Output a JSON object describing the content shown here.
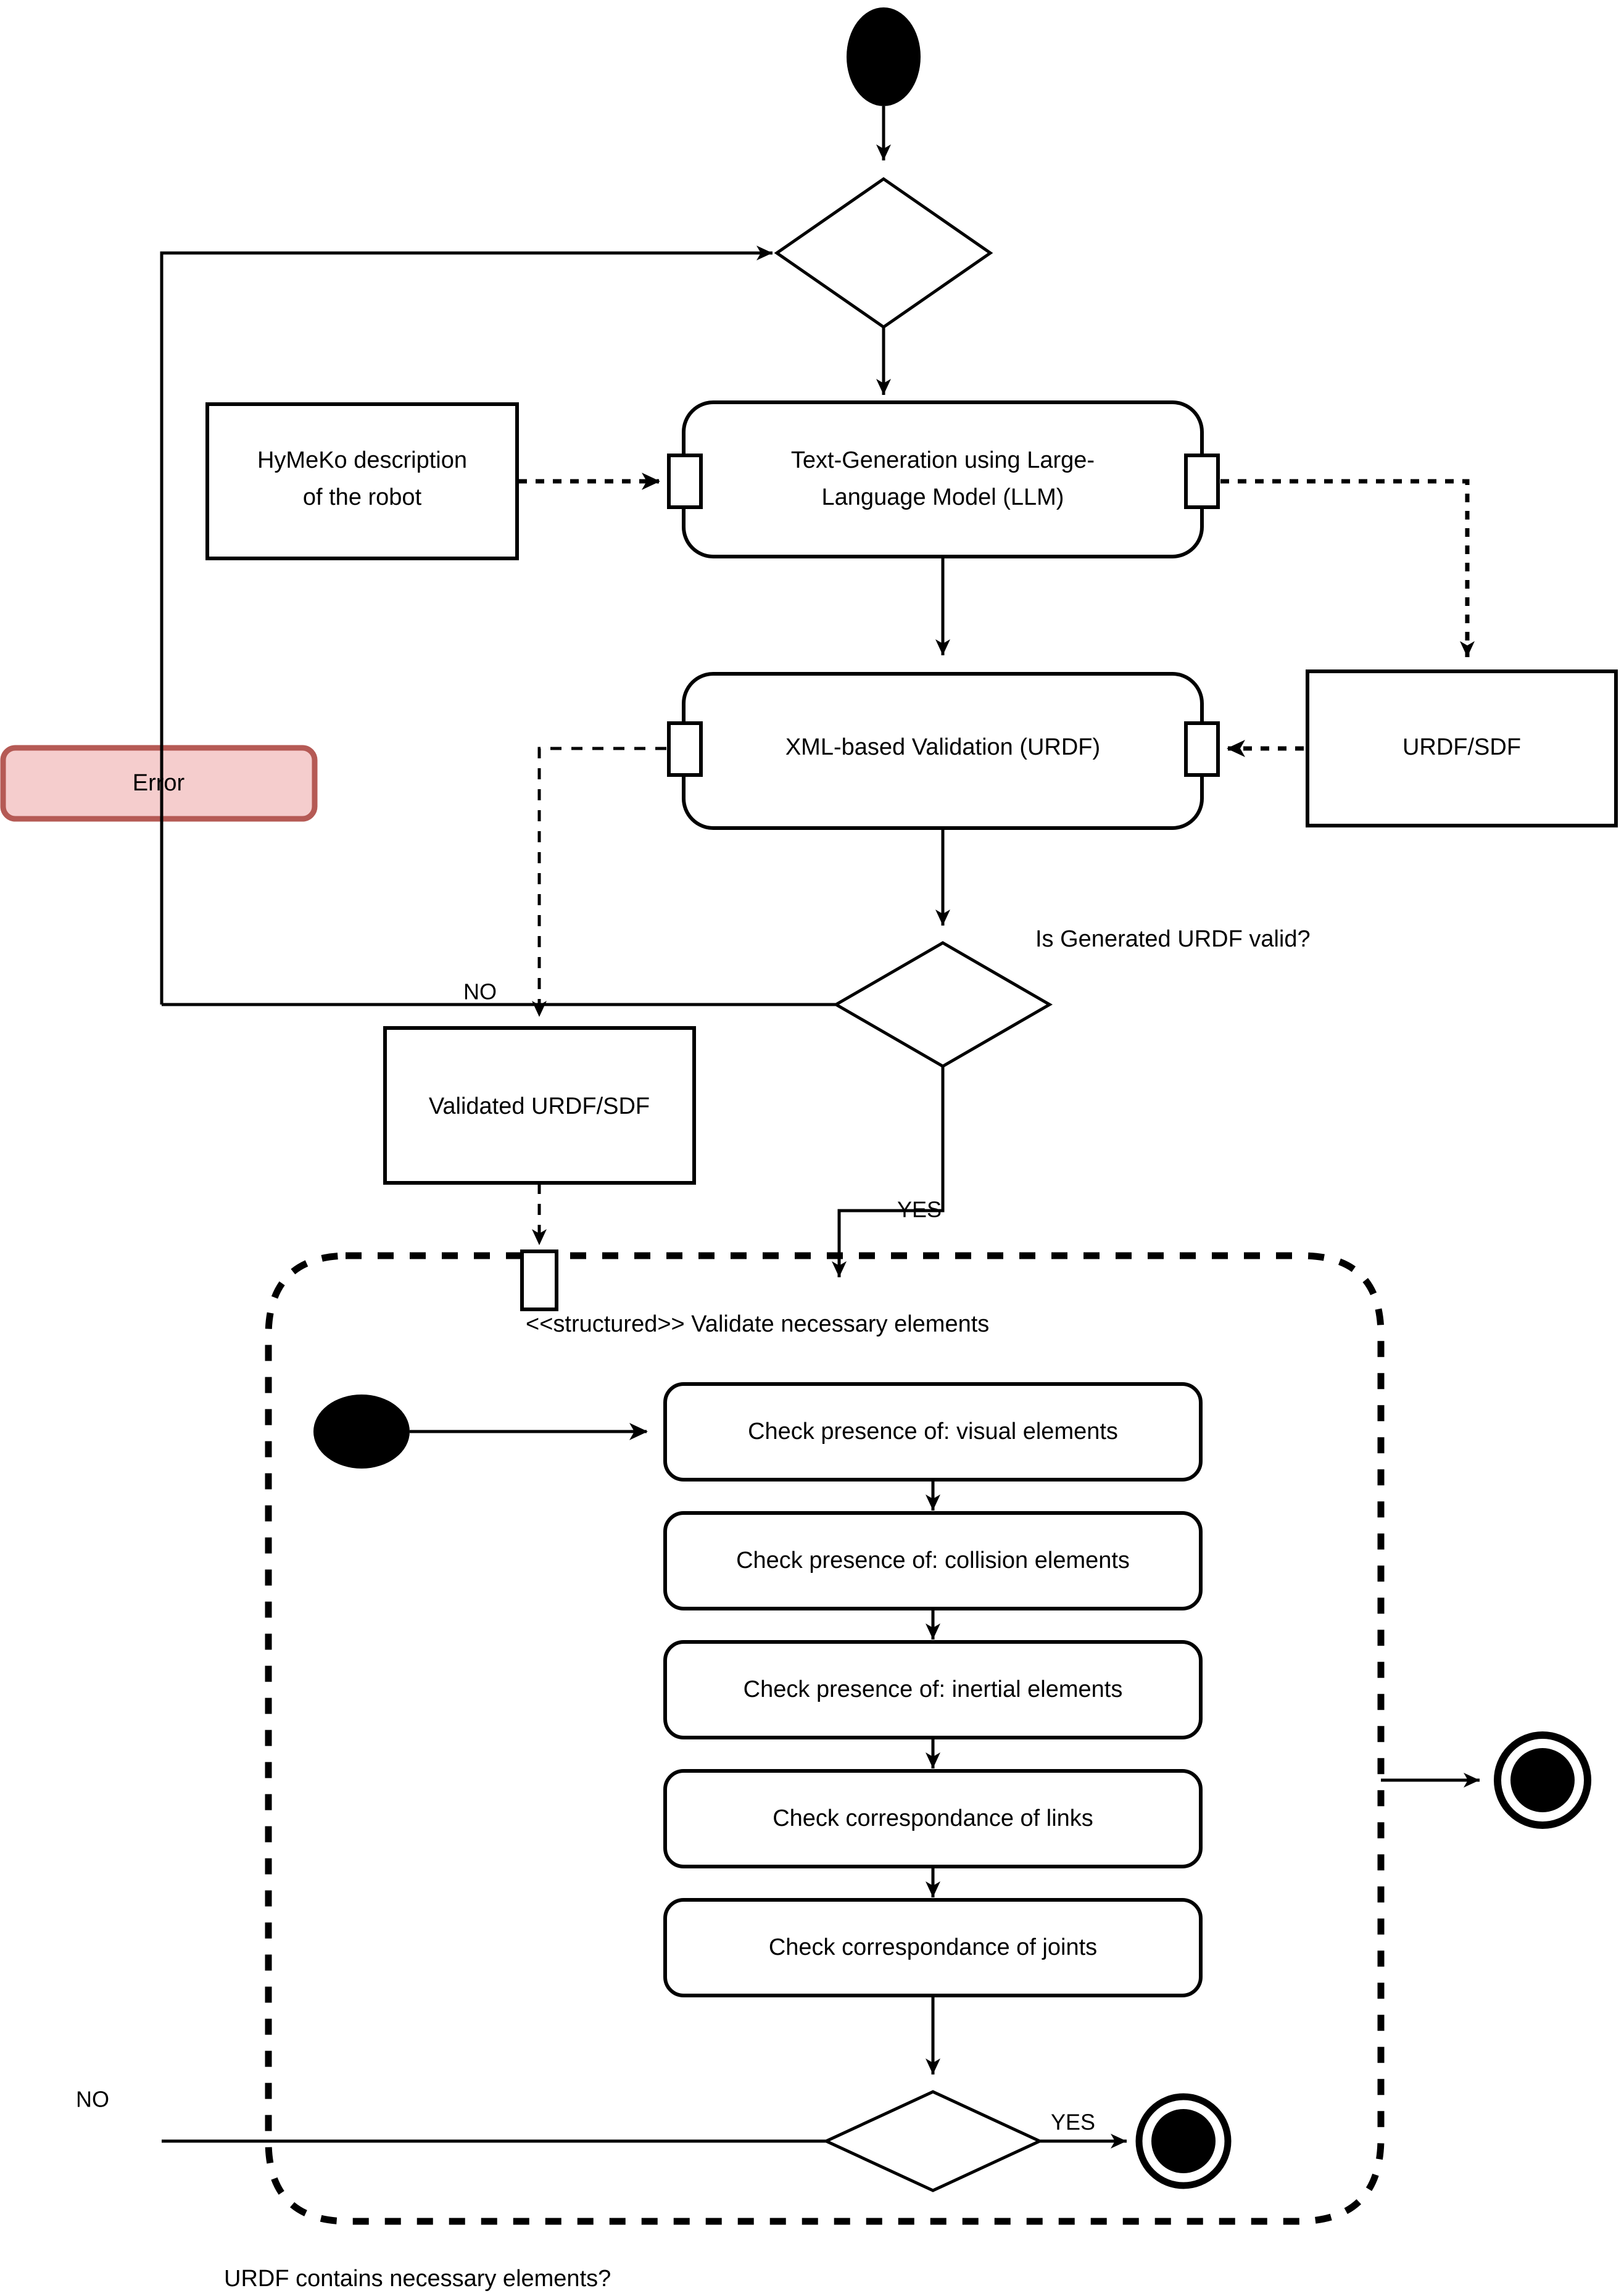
{
  "diagram": {
    "type": "uml-activity-diagram",
    "title_visible": false,
    "background_color": "#ffffff",
    "line_color": "#000000"
  },
  "nodes": {
    "initial_node": {
      "label": "",
      "shape": "filled-circle"
    },
    "merge_decision": {
      "label": "",
      "shape": "diamond"
    },
    "hymeko_object": {
      "label_line1": "HyMeKo description",
      "label_line2": "of the robot",
      "shape": "rectangle"
    },
    "llm_activity": {
      "label_line1": "Text-Generation using Large-",
      "label_line2": "Language Model (LLM)",
      "shape": "rounded-rectangle"
    },
    "urdf_sdf_object": {
      "label": "URDF/SDF",
      "shape": "rectangle"
    },
    "xml_validation_activity": {
      "label": "XML-based Validation (URDF)",
      "shape": "rounded-rectangle"
    },
    "error_node": {
      "label": "Error",
      "shape": "rounded-rectangle",
      "fill_color": "#f5cdcd",
      "border_color": "#b55a55"
    },
    "validity_decision": {
      "label": "Is Generated URDF valid?",
      "shape": "diamond"
    },
    "validated_urdf_object": {
      "label": "Validated URDF/SDF",
      "shape": "rectangle"
    },
    "structured_region": {
      "label": "<<structured>> Validate necessary elements",
      "shape": "dashed-rounded-region"
    },
    "inner_initial_node": {
      "label": "",
      "shape": "filled-circle"
    },
    "inner_decision": {
      "label": "URDF contains necessary elements?",
      "shape": "diamond"
    },
    "inner_final_node": {
      "label": "",
      "shape": "final-circle"
    },
    "outer_final_node": {
      "label": "",
      "shape": "final-circle"
    }
  },
  "check_activities": [
    {
      "label": "Check presence of: visual elements"
    },
    {
      "label": "Check presence of: collision elements"
    },
    {
      "label": "Check presence of: inertial elements"
    },
    {
      "label": "Check correspondance of links"
    },
    {
      "label": "Check correspondance of joints"
    }
  ],
  "edge_labels": {
    "validity_no": "NO",
    "validity_yes": "YES",
    "inner_no": "NO",
    "inner_yes": "YES"
  },
  "guards": {
    "validity_question": "Is Generated URDF valid?",
    "inner_question": "URDF contains necessary elements?",
    "region_title": "<<structured>> Validate necessary elements"
  }
}
